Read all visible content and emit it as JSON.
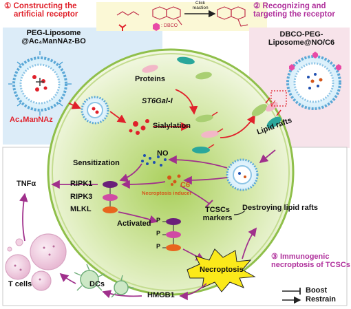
{
  "title_left": {
    "number": "①",
    "line1": "Constructing the",
    "line2": "artificial receptor"
  },
  "title_right": {
    "number": "②",
    "line1": "Recognizing and",
    "line2": "targeting the receptor"
  },
  "title_bottom": {
    "number": "③",
    "line1": "Immunogenic",
    "line2": "necroptosis of TCSCs"
  },
  "top_band": {
    "arrow_label_line1": "Click",
    "arrow_label_line2": "reaction",
    "legend_dbco": ": DBCO"
  },
  "liposome_left": {
    "line1": "PEG-Liposome",
    "line2": "@Ac₄ManNAz-BO"
  },
  "liposome_right": {
    "line1": "DBCO-PEG-",
    "line2": "Liposome@NO/C6"
  },
  "labels": {
    "ac4mannaz": "Ac₄ManNAz",
    "proteins": "Proteins",
    "st6gal": "ST6Gal-I",
    "sialylation": "Sialylation",
    "lipid_rafts": "Lipid rafts",
    "no": "NO",
    "sensitization": "Sensitization",
    "c6": "C6",
    "necroptosis_inducer": "Necroptosis inducer",
    "tnfa": "TNFα",
    "ripk1": "RIPK1",
    "ripk3": "RIPK3",
    "mlkl": "MLKL",
    "activated": "Activated",
    "tcscs_markers_line1": "TCSCs",
    "tcscs_markers_line2": "markers",
    "destroying": "Destroying lipid rafts",
    "necroptosis": "Necroptosis",
    "t_cells": "T cells",
    "dcs": "DCs",
    "hmgb1": "HMGB1",
    "p": "P"
  },
  "legend": {
    "boost": "Boost",
    "restrain": "Restrain"
  },
  "colors": {
    "red": "#e0202a",
    "purple": "#b0309c",
    "orange": "#d4561a",
    "cell_green": "#cfe3a6",
    "panel_blue": "#dcecf8",
    "panel_pink": "#f7e3ea",
    "panel_yellow": "#fbf8d6"
  }
}
